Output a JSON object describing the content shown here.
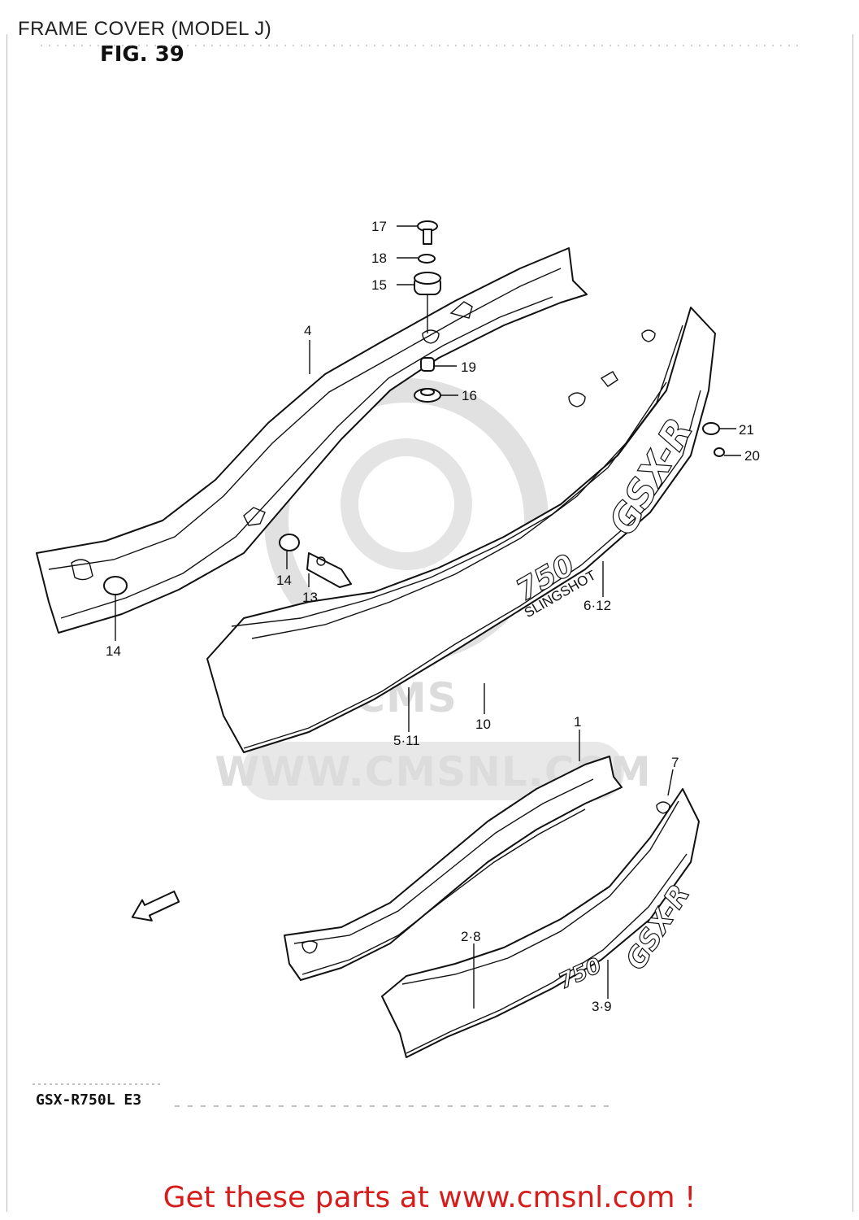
{
  "header": {
    "title": "FRAME COVER (MODEL J)",
    "figure": "FIG. 39"
  },
  "callouts": [
    {
      "id": "c17",
      "label": "17"
    },
    {
      "id": "c18",
      "label": "18"
    },
    {
      "id": "c15",
      "label": "15"
    },
    {
      "id": "c4",
      "label": "4"
    },
    {
      "id": "c19",
      "label": "19"
    },
    {
      "id": "c16",
      "label": "16"
    },
    {
      "id": "c21",
      "label": "21"
    },
    {
      "id": "c20",
      "label": "20"
    },
    {
      "id": "c14a",
      "label": "14"
    },
    {
      "id": "c13",
      "label": "13"
    },
    {
      "id": "c14b",
      "label": "14"
    },
    {
      "id": "c6-12",
      "label": "6·12"
    },
    {
      "id": "c10",
      "label": "10"
    },
    {
      "id": "c5-11",
      "label": "5·11"
    },
    {
      "id": "c1",
      "label": "1"
    },
    {
      "id": "c7",
      "label": "7"
    },
    {
      "id": "c2-8",
      "label": "2·8"
    },
    {
      "id": "c3-9",
      "label": "3·9"
    }
  ],
  "decals": {
    "gsxr": "GSX-R",
    "displacement": "750",
    "slingshot": "SLINGSHOT",
    "fwd_arrow": "FWD"
  },
  "watermark": {
    "text": "WWW.CMSNL.COM",
    "brand": "CMS"
  },
  "footer": {
    "model_code": "GSX-R750L E3",
    "cta": "Get these parts at www.cmsnl.com !",
    "cta_color": "#d71c1c"
  }
}
